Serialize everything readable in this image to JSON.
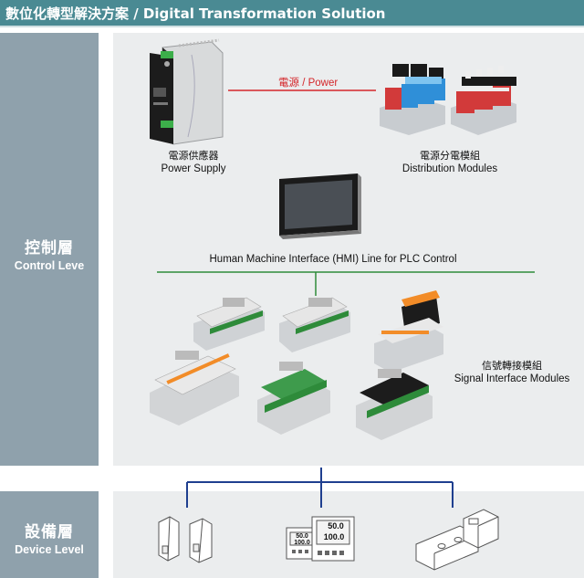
{
  "header": {
    "title": "數位化轉型解決方案 / Digital Transformation Solution"
  },
  "control_layer": {
    "label_zh": "控制層",
    "label_en": "Control Leve"
  },
  "device_layer": {
    "label_zh": "設備層",
    "label_en": "Device Level"
  },
  "power_supply": {
    "label_zh": "電源供應器",
    "label_en": "Power Supply"
  },
  "distribution": {
    "label_zh": "電源分電模組",
    "label_en": "Distribution Modules"
  },
  "power_link": {
    "label": "電源 / Power",
    "color": "#d4262a"
  },
  "hmi": {
    "label": "Human Machine Interface (HMI) Line for PLC Control"
  },
  "signal": {
    "label_zh": "信號轉接模組",
    "label_en": "Signal Interface Modules"
  },
  "meter": {
    "display_top": "50.0",
    "display_bottom": "100.0"
  },
  "colors": {
    "header": "#4a8a93",
    "band": "#8fa1ac",
    "panel": "#ebedee",
    "hmi_line": "#2e8b3a",
    "device_line": "#1f3f8f"
  }
}
